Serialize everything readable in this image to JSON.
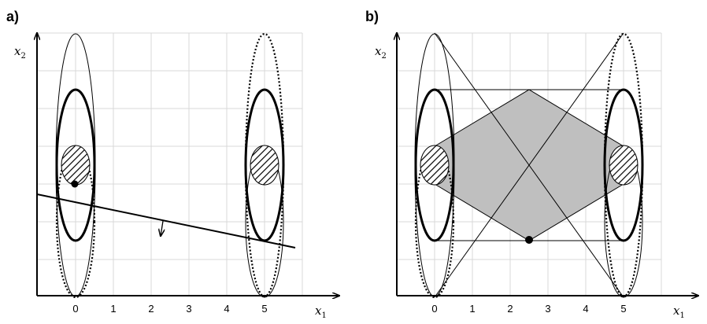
{
  "panels": [
    {
      "label": "a)",
      "x_ticks": [
        "0",
        "1",
        "2",
        "3",
        "4",
        "5"
      ],
      "x_axis_label": "x",
      "x_axis_sub": "1",
      "y_axis_label": "x",
      "y_axis_sub": "2"
    },
    {
      "label": "b)",
      "x_ticks": [
        "0",
        "1",
        "2",
        "3",
        "4",
        "5"
      ],
      "x_axis_label": "x",
      "x_axis_sub": "1",
      "y_axis_label": "x",
      "y_axis_sub": "2"
    }
  ],
  "colors": {
    "axis": "#000000",
    "grid": "#d9d9d9",
    "feasible_region": "#bfbfbf",
    "hatch": "#000000"
  }
}
